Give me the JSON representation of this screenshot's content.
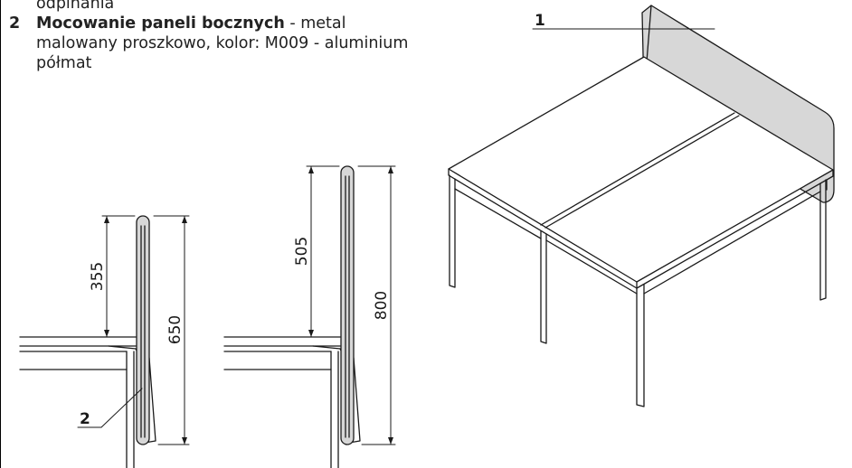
{
  "legend": {
    "line0": "odpinania",
    "item2": {
      "number": "2",
      "title": "Mocowanie paneli bocznych",
      "desc_line1": " - metal",
      "desc_line2": "malowany proszkowo, kolor: M009 - aluminium",
      "desc_line3": "półmat"
    }
  },
  "callouts": {
    "panel": "1",
    "mount": "2"
  },
  "dimensions": {
    "left_panel_above": "355",
    "left_panel_total": "650",
    "right_panel_above": "505",
    "right_panel_total": "800"
  },
  "colors": {
    "panel_fill": "#d7d7d7",
    "line": "#1a1a1a"
  }
}
